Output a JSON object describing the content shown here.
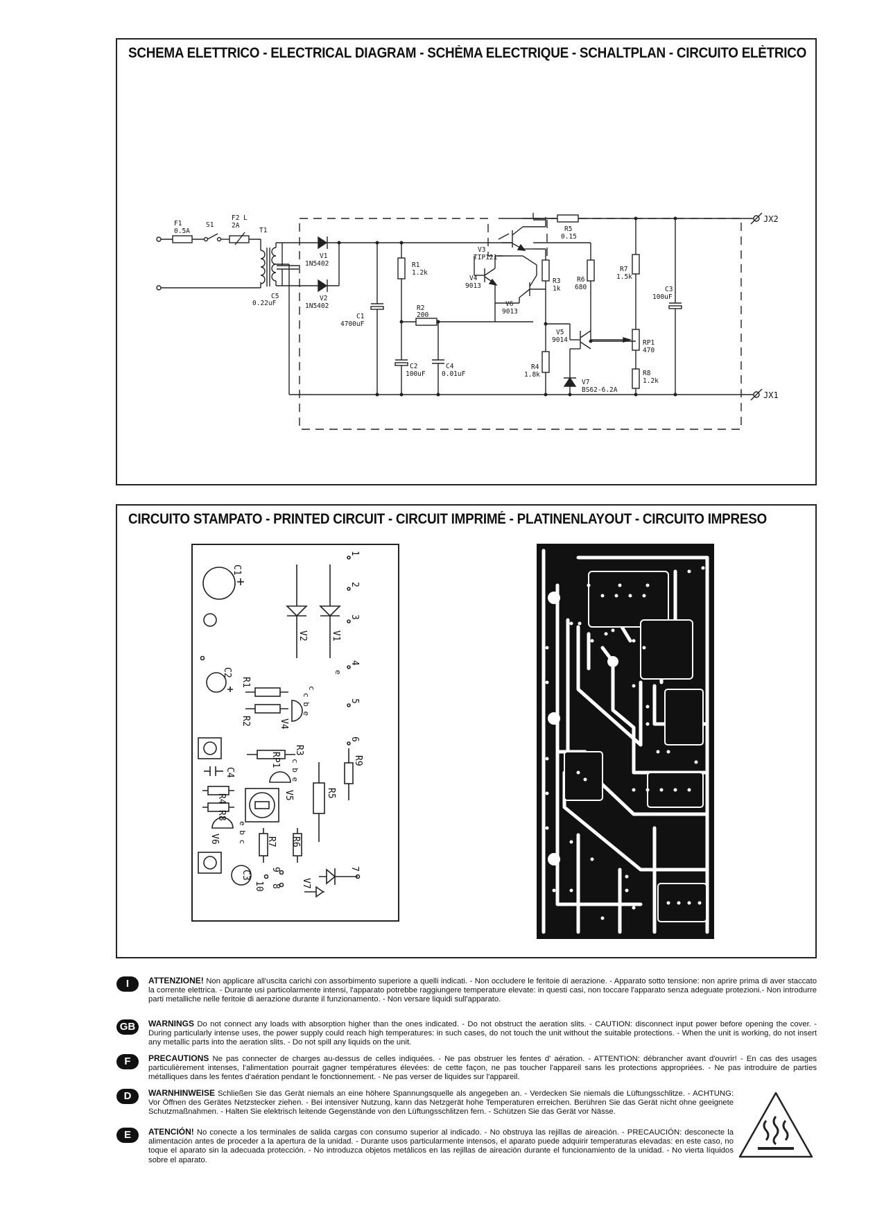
{
  "schematic": {
    "title": "SCHEMA ELETTRICO - ELECTRICAL DIAGRAM - SCHÈMA ELECTRIQUE - SCHALTPLAN - CIRCUITO ELÈTRICO",
    "labels": {
      "F1": "F1",
      "F1v": "0.5A",
      "S1": "S1",
      "F2": "F2",
      "F2v": "2A",
      "F2t": "L",
      "T1": "T1",
      "V1": "V1",
      "V1v": "1N5402",
      "V2": "V2",
      "V2v": "1N5402",
      "C5": "C5",
      "C5v": "0.22uF",
      "C1": "C1",
      "C1v": "4700uF",
      "R1": "R1",
      "R1v": "1.2k",
      "R2": "R2",
      "R2v": "200",
      "C2": "C2",
      "C2v": "100uF",
      "C4": "C4",
      "C4v": "0.01uF",
      "V3": "V3",
      "V3v": "TIP121",
      "V4": "V4",
      "V4v": "9013",
      "V6": "V6",
      "V6v": "9013",
      "R3": "R3",
      "R3v": "1k",
      "R4": "R4",
      "R4v": "1.8k",
      "V5": "V5",
      "V5v": "9014",
      "V7": "V7",
      "V7v": "BS62-6.2A",
      "R5": "R5",
      "R5v": "0.15",
      "R6": "R6",
      "R6v": "680",
      "R7": "R7",
      "R7v": "1.5k",
      "RP1": "RP1",
      "RP1v": "470",
      "R8": "R8",
      "R8v": "1.2k",
      "C3": "C3",
      "C3v": "100uF",
      "JX2": "JX2",
      "JX1": "JX1"
    }
  },
  "pcb": {
    "title": "CIRCUITO STAMPATO - PRINTED CIRCUIT - CIRCUIT IMPRIMÉ - PLATINENLAYOUT - CIRCUITO IMPRESO",
    "components": {
      "C1": "C1",
      "C2": "C2",
      "C3": "C3",
      "C4": "C4",
      "R1": "R1",
      "R2": "R2",
      "R3": "R3",
      "R4": "R4",
      "R5": "R5",
      "R6": "R6",
      "R7": "R7",
      "R8": "R8",
      "R9": "R9",
      "RP1": "RP1",
      "V1": "V1",
      "V2": "V2",
      "V4": "V4",
      "V5": "V5",
      "V6": "V6",
      "V7": "V7",
      "cbe": "c b e",
      "ebc": "e b c",
      "e": "e",
      "c": "c"
    },
    "pins": [
      "1",
      "2",
      "3",
      "4",
      "5",
      "6",
      "7",
      "8",
      "9",
      "10"
    ]
  },
  "warnings": [
    {
      "flag": "I",
      "heading": "ATTENZIONE!",
      "text": "Non applicare all'uscita carichi con assorbimento superiore a quelli indicati. - Non occludere le feritoie di aerazione. - Apparato sotto tensione: non aprire prima di aver staccato la corrente elettrica. - Durante usi particolarmente intensi, l'apparato potrebbe raggiungere temperature elevate: in questi casi, non toccare l'apparato senza adeguate protezioni.- Non introdurre parti metalliche nelle feritoie di aerazione durante il funzionamento. - Non versare liquidi sull'apparato."
    },
    {
      "flag": "GB",
      "heading": "WARNINGS",
      "text": "Do not connect any loads with absorption higher than the ones indicated. - Do not obstruct the aeration slits. - CAUTION: disconnect input power before opening the cover. - During particularly intense uses, the power supply could reach high temperatures: in such cases, do not touch the unit without the suitable protections. - When the unit is working, do not insert any metallic parts into the aeration slits. - Do not spill any liquids on the unit."
    },
    {
      "flag": "F",
      "heading": "PRECAUTIONS",
      "text": "Ne pas connecter de charges au-dessus de celles indiquées. - Ne pas obstruer les fentes d' aération. - ATTENTION: débrancher avant d'ouvrir! - En cas des usages particulièrement intenses, l'alimentation pourrait gagner températures élevées: de cette façon, ne pas toucher l'appareil sans les protections appropriées. - Ne pas introduire de parties métalliques dans les fentes d'aération pendant le fonctionnement. - Ne pas verser de liquides sur l'appareil."
    },
    {
      "flag": "D",
      "heading": "WARNHINWEISE",
      "text": "Schließen Sie das Gerät niemals an eine höhere Spannungsquelle als angegeben an. - Verdecken Sie niemals die Lüftungsschlitze. - ACHTUNG: Vor Öffnen des Gerätes Netzstecker ziehen. - Bei intensiver Nutzung, kann das Netzgerät hohe Temperaturen erreichen. Berühren Sie das Gerät nicht ohne geeignete Schutzmaßnahmen. - Halten Sie elektrisch leitende Gegenstände von den Lüftungsschlitzen fern. - Schützen Sie das Gerät vor Nässe."
    },
    {
      "flag": "E",
      "heading": "ATENCIÓN!",
      "text": "No conecte a los terminales de salida cargas con consumo superior al indicado. - No obstruya las rejillas de aireación. - PRECAUCIÓN: desconecte la alimentación antes de proceder a la apertura de la unidad. - Durante usos particularmente intensos, el aparato puede adquirir temperaturas elevadas: en este caso, no toque el aparato sin la adecuada protección. - No introduzca objetos metálicos en las rejillas de aireación durante el funcionamiento de la unidad. - No vierta líquidos sobre el aparato."
    }
  ],
  "icons": {
    "hazard": "hot-surface-warning-icon"
  }
}
